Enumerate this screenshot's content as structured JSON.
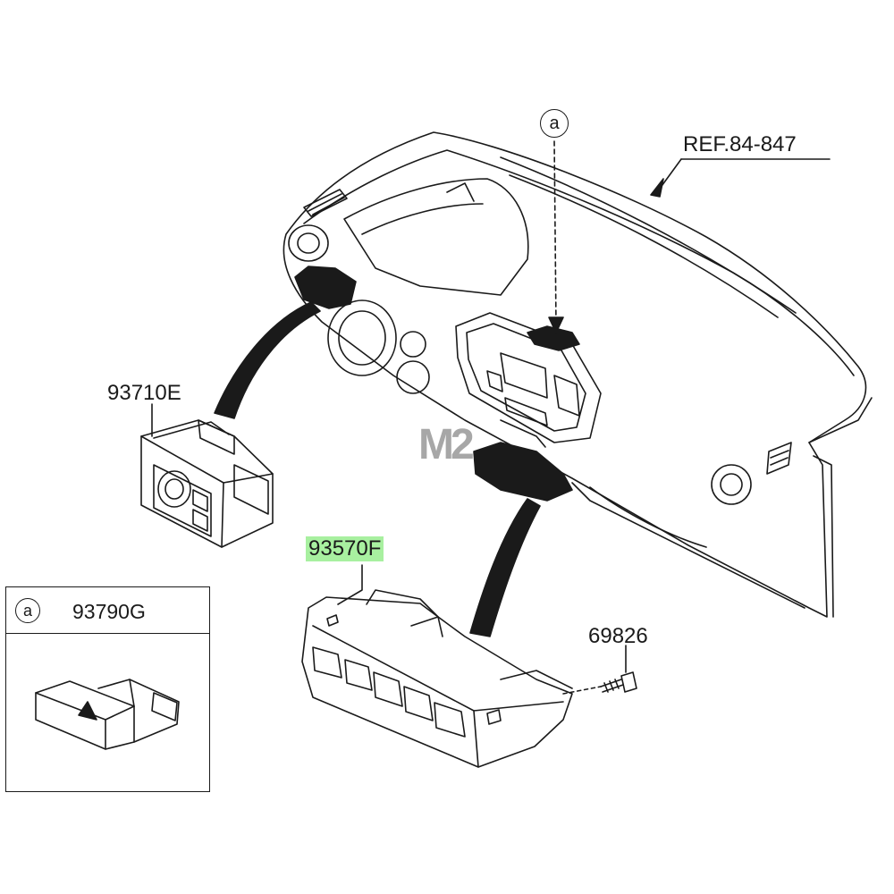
{
  "diagram": {
    "ref_label": "REF.84-847",
    "callout_marker": "a",
    "parts": {
      "multifunction_switch": "93710E",
      "center_switch_panel": "93570F",
      "screw": "69826",
      "hazard_switch": "93790G"
    },
    "inset": {
      "marker": "a",
      "part": "93790G"
    },
    "highlight_color": "#a8f0a0",
    "watermark": "M2"
  }
}
